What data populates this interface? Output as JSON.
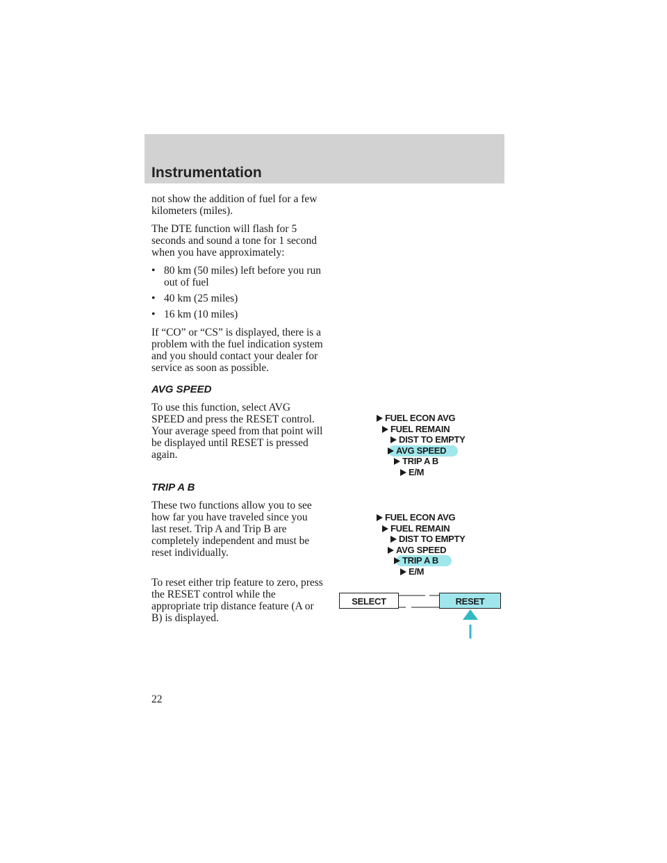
{
  "header": {
    "title": "Instrumentation"
  },
  "body": {
    "p1": "not show the addition of fuel for a few kilometers (miles).",
    "p2": "The DTE function will flash for 5 seconds and sound a tone for 1 second when you have approximately:",
    "bullets": [
      " 80 km (50 miles) left before you run out of fuel",
      "40 km (25 miles)",
      "16 km (10 miles)"
    ],
    "bullet_symbol": "•",
    "p3": "If “CO” or “CS” is displayed, there is a problem with the fuel indication system and you should contact your dealer for service as soon as possible.",
    "h_avg": "AVG SPEED",
    "p4": "To use this function, select AVG SPEED and press the RESET control. Your average speed from that point will be displayed until RESET is pressed again.",
    "h_trip": "TRIP A B",
    "p5": "These two functions allow you to see how far you have traveled since you last reset. Trip A and Trip B are completely independent and must be reset individually.",
    "p6": "To reset either trip feature to zero, press the RESET control while the appropriate trip distance feature (A or B) is displayed."
  },
  "menu1": {
    "items": [
      "FUEL ECON AVG",
      "FUEL REMAIN",
      "DIST TO EMPTY",
      "AVG SPEED",
      "TRIP A B",
      "E/M"
    ],
    "highlighted": "AVG SPEED"
  },
  "menu2": {
    "items": [
      "FUEL ECON AVG",
      "FUEL REMAIN",
      "DIST TO EMPTY",
      "AVG SPEED",
      "TRIP A B",
      "E/M"
    ],
    "highlighted": "TRIP A B"
  },
  "controls": {
    "select_label": "SELECT",
    "reset_label": "RESET"
  },
  "colors": {
    "highlight": "#9fe7ec",
    "reset_button": "#9fe7ec",
    "pointer_arrow": "#33b8c0",
    "header_band": "#d2d2d2"
  },
  "page_number": "22"
}
